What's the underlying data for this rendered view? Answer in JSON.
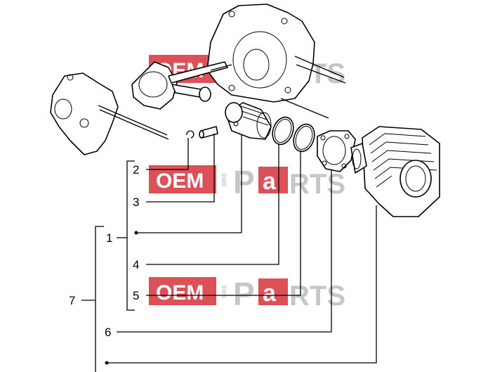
{
  "watermark": {
    "oem": "OEM",
    "bike": "BIKE",
    "parts_p": "P",
    "parts_a": "a",
    "parts_rts": "RTS",
    "red": "#d9323a",
    "grey": "#bdbdbd"
  },
  "callouts": [
    {
      "id": "2",
      "label": "2"
    },
    {
      "id": "3",
      "label": "3"
    },
    {
      "id": "1",
      "label": "1"
    },
    {
      "id": "4",
      "label": "4"
    },
    {
      "id": "5",
      "label": "5"
    },
    {
      "id": "7",
      "label": "7"
    },
    {
      "id": "6",
      "label": "6"
    }
  ]
}
